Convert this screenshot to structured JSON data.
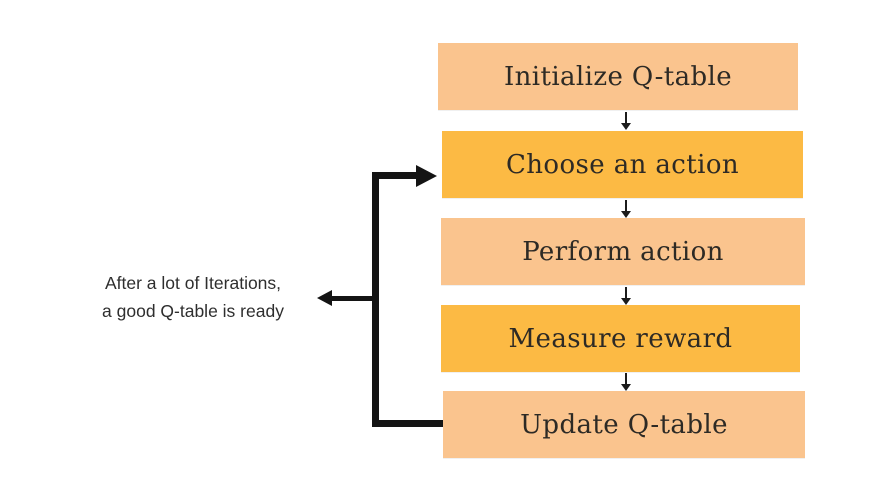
{
  "diagram": {
    "kind": "flowchart",
    "topic": "Q-learning loop"
  },
  "colors": {
    "background": "#FFFFFF",
    "box_light": "#FAC48E",
    "box_dark": "#FCBA44",
    "arrow_black": "#141414",
    "step_text": "#2D2A25",
    "annotation_text": "#2E2E2E"
  },
  "steps": [
    {
      "label": "Initialize Q-table",
      "tone": "light"
    },
    {
      "label": "Choose an action",
      "tone": "dark"
    },
    {
      "label": "Perform action",
      "tone": "light"
    },
    {
      "label": "Measure reward",
      "tone": "dark"
    },
    {
      "label": "Update Q-table",
      "tone": "light"
    }
  ],
  "annotation": {
    "line1": "After a lot of Iterations,",
    "line2": "a good Q-table is ready"
  }
}
